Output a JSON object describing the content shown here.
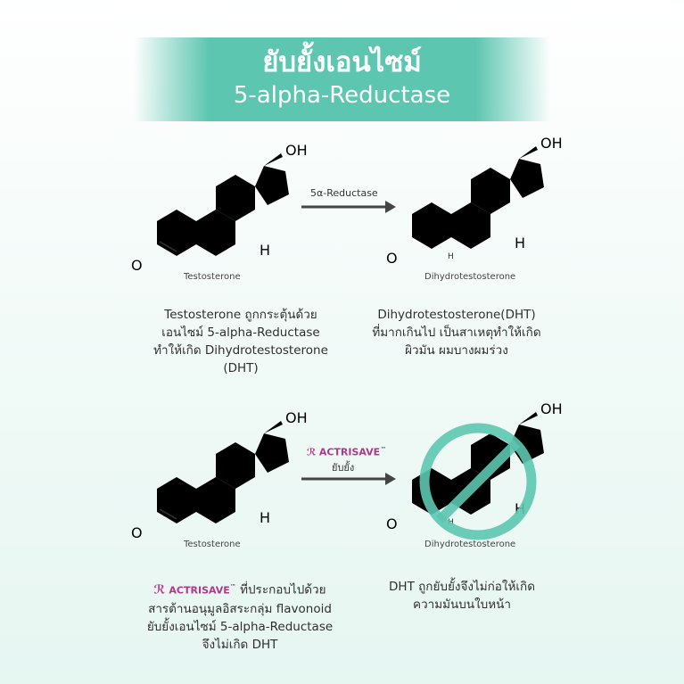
{
  "header": {
    "title": "ยับยั้งเอนไซม์",
    "subtitle": "5-alpha-Reductase"
  },
  "top": {
    "left_molecule": "Testosterone",
    "right_molecule": "Dihydrotestosterone",
    "arrow_label": "5α-Reductase",
    "oh": "OH",
    "h": "H",
    "o": "O",
    "left_text": [
      "Testosterone ถูกกระตุ้นด้วย",
      "เอนไซม์ 5-alpha-Reductase",
      "ทำให้เกิด Dihydrotestosterone",
      "(DHT)"
    ],
    "right_text": [
      "Dihydrotestosterone(DHT)",
      "ที่มากเกินไป เป็นสาเหตุทำให้เกิด",
      "ผิวมัน ผมบางผมร่วง"
    ]
  },
  "bottom": {
    "left_molecule": "Testosterone",
    "right_molecule": "Dihydrotestosterone",
    "brand": "ACTRISAVE",
    "tm": "™",
    "arrow_label": "ยับยั้ง",
    "left_text_first": "ที่ประกอบไปด้วย",
    "left_text": [
      "สารต้านอนุมูลอิสระกลุ่ม flavonoid",
      "ยับยั้งเอนไซม์ 5-alpha-Reductase",
      "จึงไม่เกิด DHT"
    ],
    "right_text": [
      "DHT ถูกยับยั้งจึงไม่ก่อให้เกิด",
      "ความมันบนใบหน้า"
    ]
  },
  "colors": {
    "banner": "#5cc6b0",
    "ban_sign": "#5cc6b0",
    "brand": "#b3388c",
    "arrow": "#444444"
  }
}
